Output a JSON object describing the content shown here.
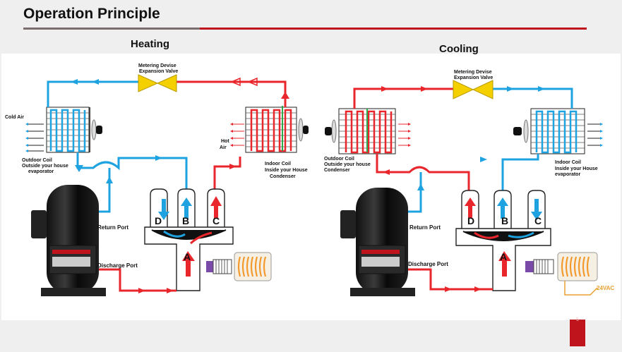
{
  "header": {
    "title": "Operation Principle"
  },
  "page_number": "5",
  "heating": {
    "title": "Heating",
    "valve_line1": "Metering Devise",
    "valve_line2": "Expansion Valve",
    "left_air": "Cold Air",
    "right_air_line1": "Hot",
    "right_air_line2": "Air",
    "outdoor_line1": "Outdoor Coil",
    "outdoor_line2": "Outside your house",
    "outdoor_line3": "evaporator",
    "indoor_line1": "Indoor Coil",
    "indoor_line2": "Inside your House",
    "indoor_line3": "Condenser",
    "return_port": "Return Port",
    "discharge_port": "Discharge Port",
    "port_a": "A",
    "port_b": "B",
    "port_c": "C",
    "port_d": "D"
  },
  "cooling": {
    "title": "Cooling",
    "valve_line1": "Metering Devise",
    "valve_line2": "Expansion Valve",
    "outdoor_line1": "Outdoor Coil",
    "outdoor_line2": "Outside your house",
    "outdoor_line3": "Condenser",
    "indoor_line1": "Indoor Coil",
    "indoor_line2": "Inside your House",
    "indoor_line3": "evaporator",
    "return_port": "Return Port",
    "discharge_port": "Discharge Port",
    "voltage": "24VAC",
    "port_a": "A",
    "port_b": "B",
    "port_c": "C",
    "port_d": "D"
  },
  "colors": {
    "hot": "#e8262b",
    "cold": "#1fa3e0",
    "accent": "#c0141c",
    "valve": "#f5d000",
    "solenoid": "#f39a2e"
  }
}
